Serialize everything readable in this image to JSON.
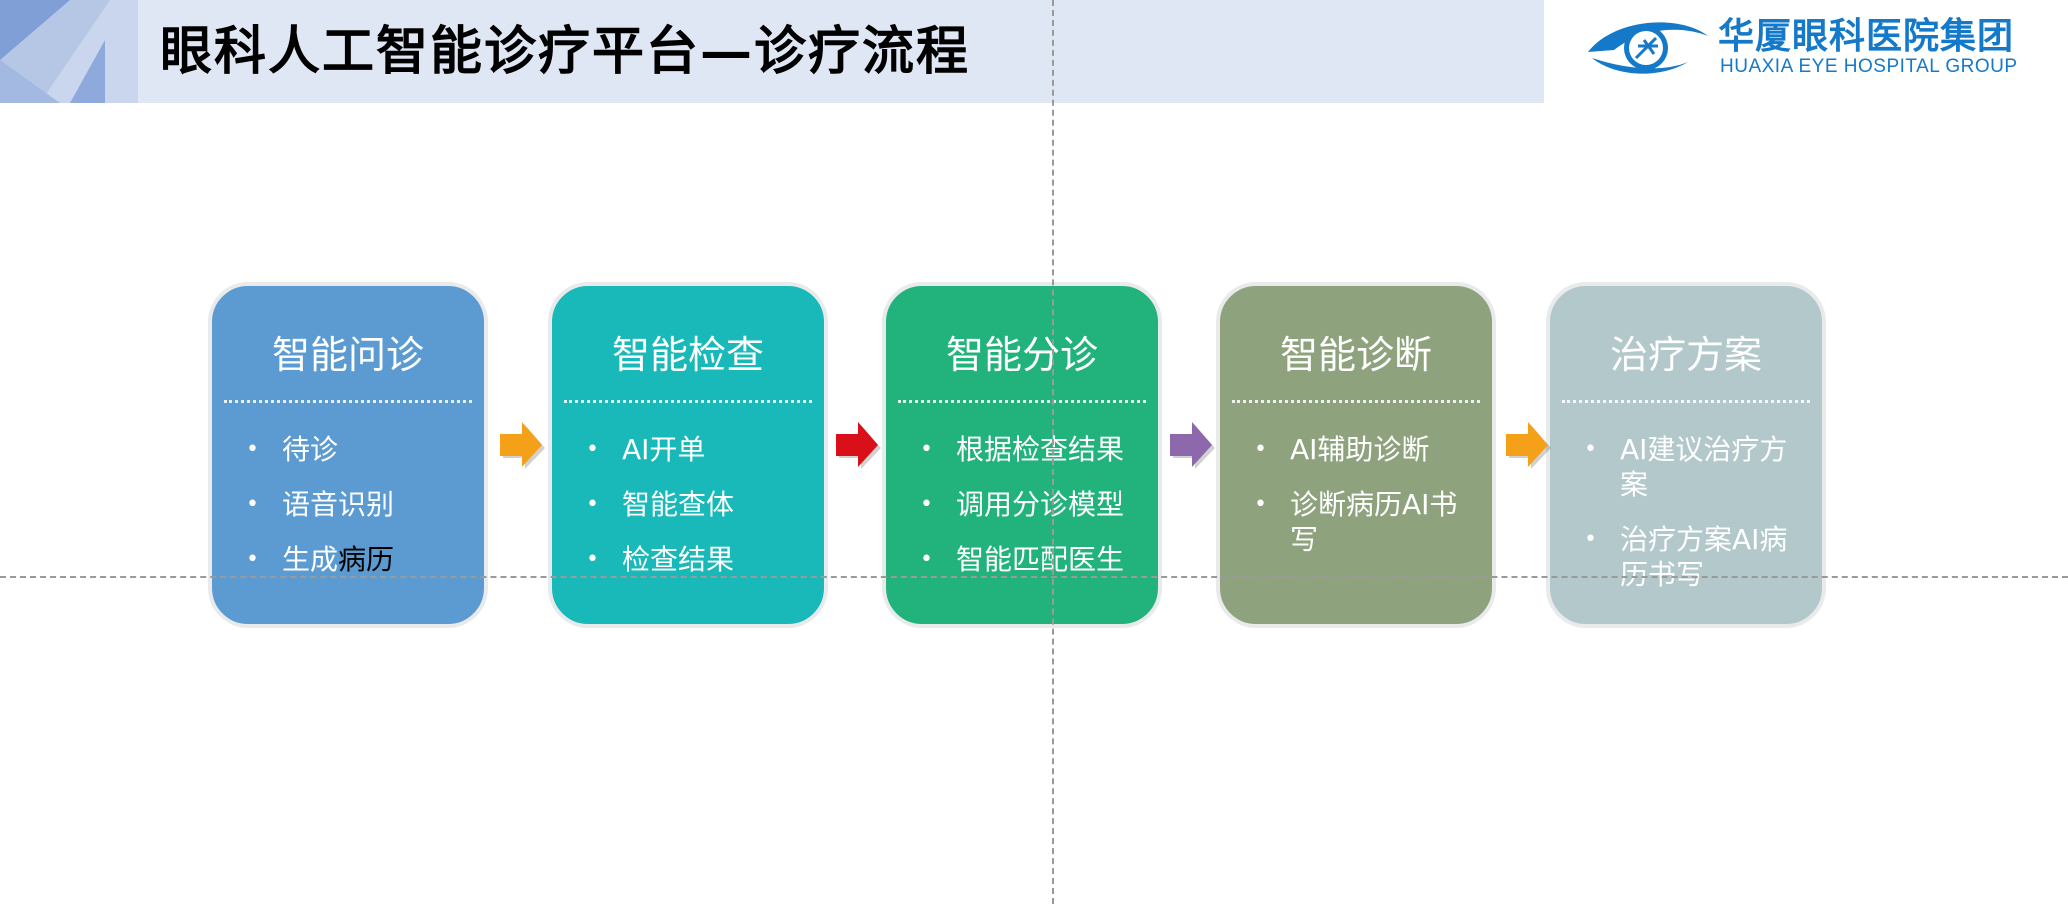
{
  "header": {
    "title": "眼科人工智能诊疗平台—诊疗流程",
    "logo": {
      "cn": "华厦眼科医院集团",
      "en": "HUAXIA EYE HOSPITAL GROUP",
      "icon": "eye-logo-icon"
    }
  },
  "colors": {
    "header_band": "#dfe6f4",
    "logo_blue": "#1479c9",
    "arrow_1": "#f5a019",
    "arrow_2": "#d9101a",
    "arrow_3": "#8d68ad",
    "arrow_4": "#f5a019"
  },
  "steps": [
    {
      "title": "智能问诊",
      "color": "#5b9bd1",
      "items": [
        {
          "text": "待诊"
        },
        {
          "text": "语音识别"
        },
        {
          "text": "生成",
          "text_dark": "病历"
        }
      ]
    },
    {
      "title": "智能检查",
      "color": "#18b9b8",
      "items": [
        {
          "text": "AI开单"
        },
        {
          "text": "智能查体"
        },
        {
          "text": "检查结果"
        }
      ]
    },
    {
      "title": "智能分诊",
      "color": "#22b37d",
      "items": [
        {
          "text": "根据检查结果"
        },
        {
          "text": "调用分诊模型"
        },
        {
          "text": "智能匹配医生"
        }
      ]
    },
    {
      "title": "智能诊断",
      "color": "#8fa27e",
      "items": [
        {
          "text": "AI辅助诊断"
        },
        {
          "text": "诊断病历AI书写"
        }
      ]
    },
    {
      "title": "治疗方案",
      "color": "#b3c8cb",
      "items": [
        {
          "text": "AI建议治疗方案"
        },
        {
          "text": "治疗方案AI病历书写"
        }
      ]
    }
  ]
}
